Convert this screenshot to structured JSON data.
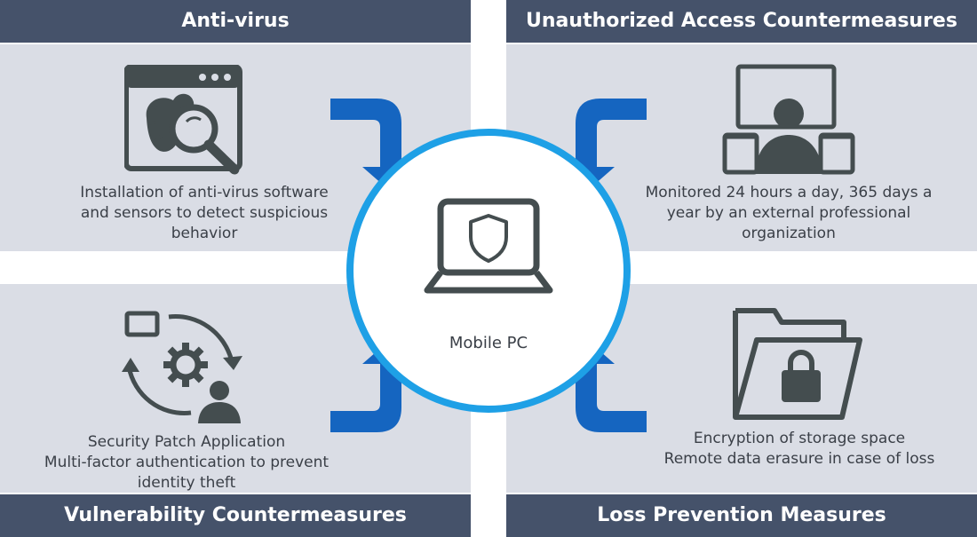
{
  "panels": {
    "antivirus": {
      "title": "Anti-virus",
      "description": [
        "Installation of anti-virus software",
        "and sensors to detect suspicious",
        "behavior"
      ]
    },
    "unauthorized": {
      "title": "Unauthorized Access Countermeasures",
      "description": [
        "Monitored 24 hours a day, 365 days a",
        "year by an external professional",
        "organization"
      ]
    },
    "vulnerability": {
      "title": "Vulnerability Countermeasures",
      "description": [
        "Security Patch Application",
        "Multi-factor authentication to prevent",
        "identity theft"
      ]
    },
    "loss": {
      "title": "Loss Prevention Measures",
      "description": [
        "Encryption of storage space",
        "Remote data erasure in case of loss"
      ]
    }
  },
  "center": {
    "label": "Mobile PC"
  },
  "colors": {
    "header": "#45526a",
    "panel": "#dadde5",
    "arrow": "#1565c0",
    "ring": "#1ea0e6",
    "icon": "#444d4f"
  },
  "icons": [
    "browser-scan-icon",
    "monitoring-user-icon",
    "patch-cycle-icon",
    "locked-folder-icon",
    "laptop-shield-icon"
  ]
}
